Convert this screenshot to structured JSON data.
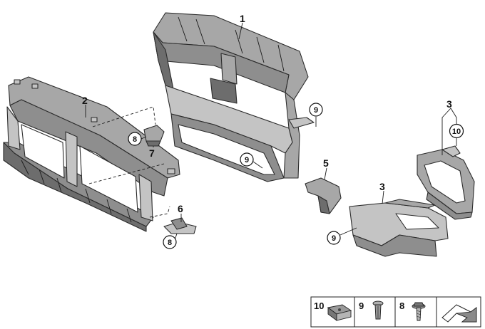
{
  "callouts": {
    "c1": "1",
    "c2": "2",
    "c3a": "3",
    "c3b": "3",
    "c5": "5",
    "c6": "6",
    "c7": "7",
    "c8a": "8",
    "c8b": "8",
    "c9a": "9",
    "c9b": "9",
    "c9c": "9",
    "c10": "10"
  },
  "legend": {
    "items": [
      {
        "number": "10",
        "icon": "clip-nut-icon"
      },
      {
        "number": "9",
        "icon": "expanding-rivet-icon"
      },
      {
        "number": "8",
        "icon": "flange-screw-icon"
      }
    ],
    "arrow_icon": "diagram-id-arrow-icon"
  }
}
